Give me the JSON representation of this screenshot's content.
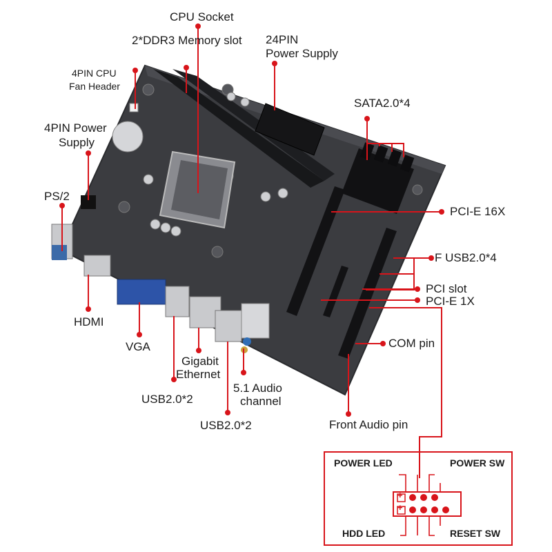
{
  "labels": {
    "cpu_socket": "CPU Socket",
    "ddr3_slot": "2*DDR3 Memory slot",
    "power_24pin_line1": "24PIN",
    "power_24pin_line2": "Power Supply",
    "cpu_fan_line1": "4PIN CPU",
    "cpu_fan_line2": "Fan Header",
    "power_4pin_line1": "4PIN Power",
    "power_4pin_line2": "Supply",
    "ps2": "PS/2",
    "sata": "SATA2.0*4",
    "pcie16": "PCI-E 16X",
    "f_usb": "F USB2.0*4",
    "pci_slot": "PCI slot",
    "pcie1": "PCI-E 1X",
    "com_pin": "COM pin",
    "front_audio": "Front Audio pin",
    "hdmi": "HDMI",
    "vga": "VGA",
    "gigabit_line1": "Gigabit",
    "gigabit_line2": "Ethernet",
    "usb_rear_a": "USB2.0*2",
    "audio_line1": "5.1 Audio",
    "audio_line2": "channel",
    "usb_rear_b": "USB2.0*2"
  },
  "front_panel": {
    "power_led": "POWER LED",
    "power_sw": "POWER SW",
    "hdd_led": "HDD LED",
    "reset_sw": "RESET SW",
    "plus_symbol": "+"
  },
  "colors": {
    "callout_line": "#d8141a",
    "callout_dot": "#d8141a",
    "board": "#3a3b3e",
    "board_dark": "#232427",
    "slot": "#17181a"
  }
}
